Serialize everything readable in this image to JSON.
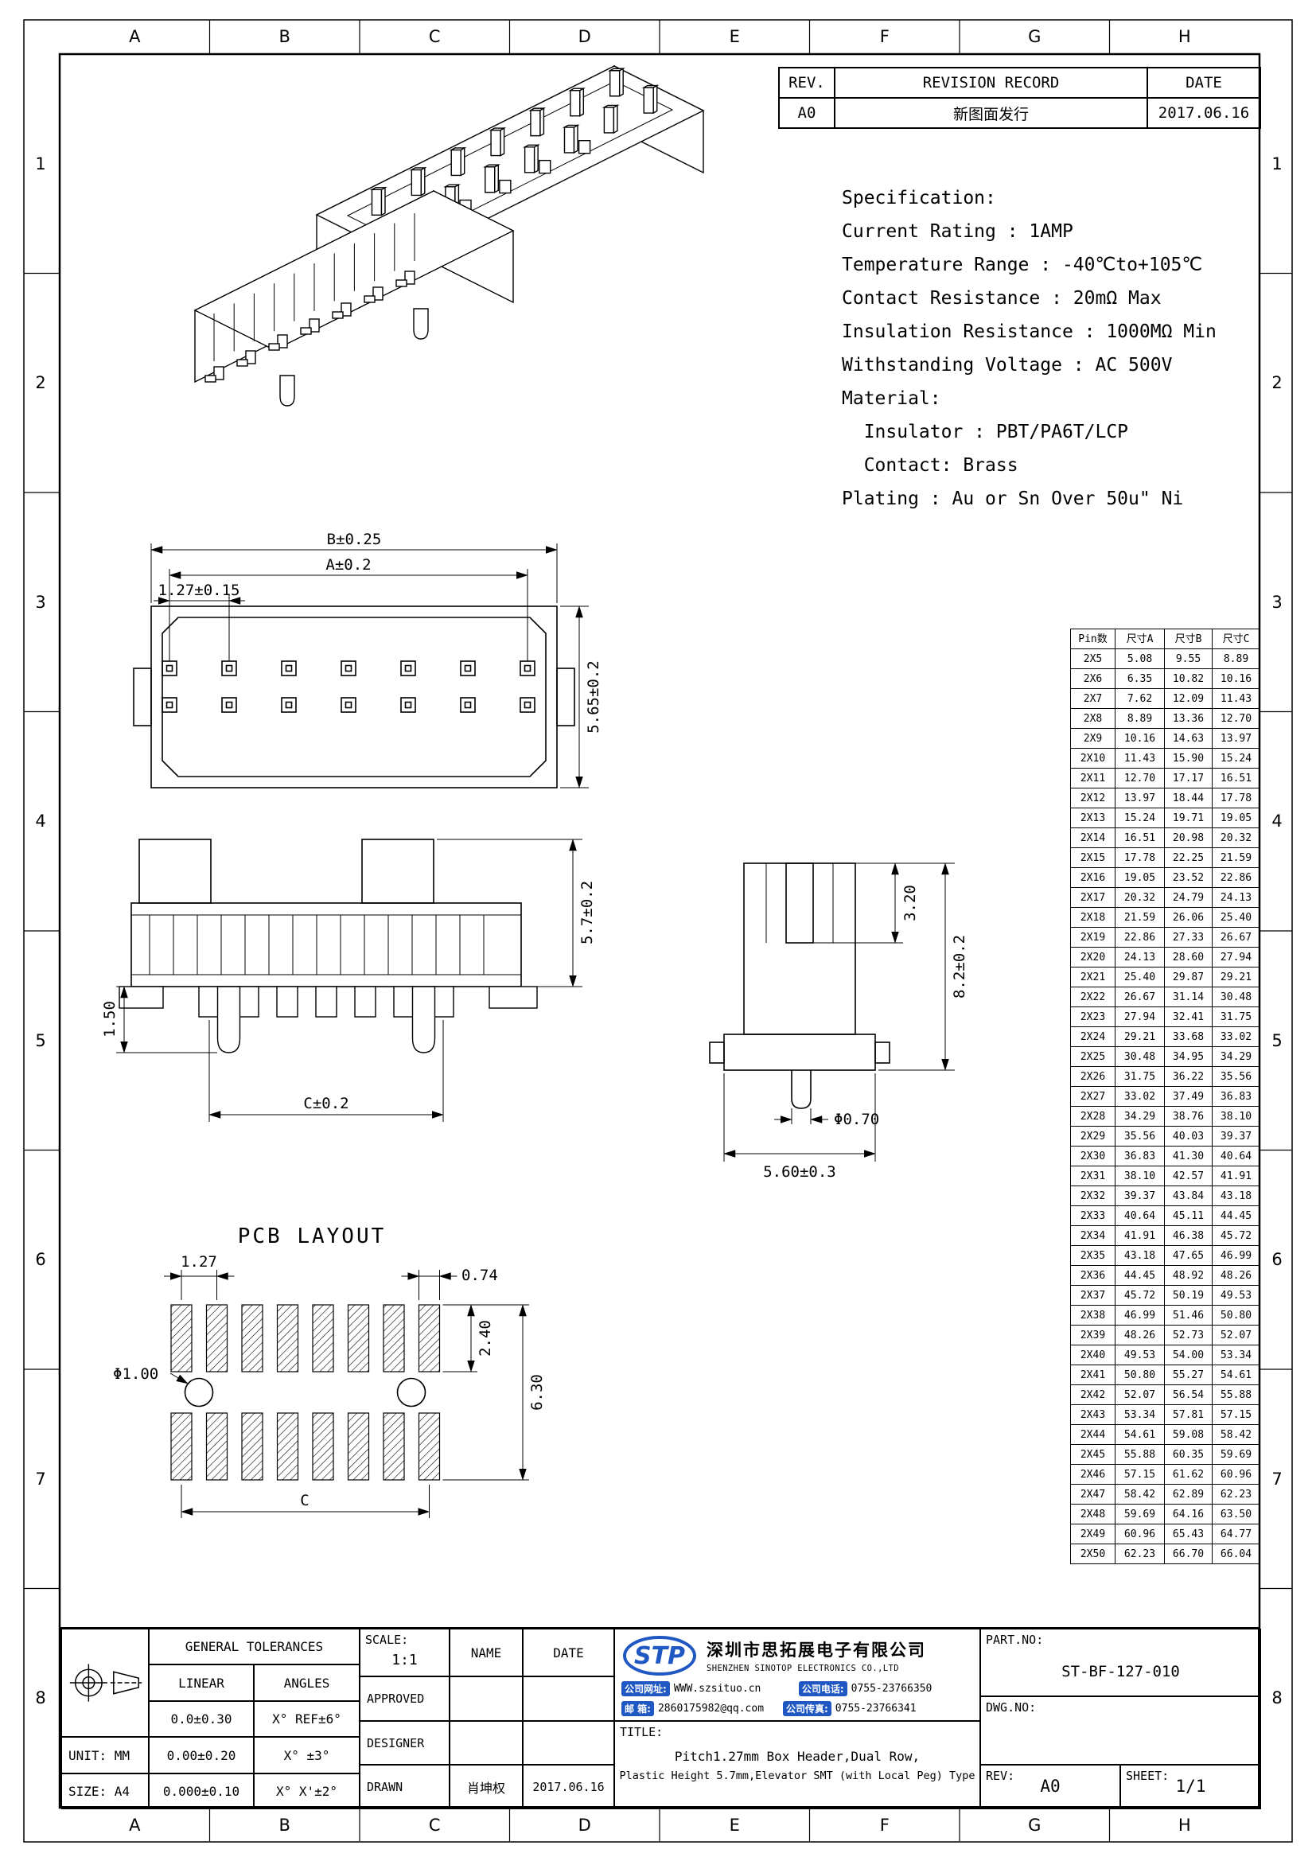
{
  "sheet": {
    "grid_cols": [
      "A",
      "B",
      "C",
      "D",
      "E",
      "F",
      "G",
      "H"
    ],
    "grid_rows": [
      "1",
      "2",
      "3",
      "4",
      "5",
      "6",
      "7",
      "8"
    ]
  },
  "revision": {
    "rev_header": "REV.",
    "record_header": "REVISION RECORD",
    "date_header": "DATE",
    "rows": [
      {
        "rev": "A0",
        "record": "新图面发行",
        "date": "2017.06.16"
      }
    ]
  },
  "specification": {
    "lines": [
      "Specification:",
      "Current Rating : 1AMP",
      "Temperature Range : -40℃to+105℃",
      "Contact Resistance : 20mΩ Max",
      "Insulation Resistance : 1000MΩ Min",
      "Withstanding Voltage : AC 500V",
      "Material:",
      "  Insulator : PBT/PA6T/LCP",
      "  Contact: Brass",
      "Plating : Au or Sn Over 50u\" Ni"
    ]
  },
  "views": {
    "front": {
      "dim_b": "B±0.25",
      "dim_a": "A±0.2",
      "dim_pitch": "1.27±0.15",
      "dim_height": "5.65±0.2"
    },
    "side": {
      "dim_height": "5.7±0.2",
      "dim_lead": "1.50",
      "dim_c": "C±0.2"
    },
    "end": {
      "dim_slot": "3.20",
      "dim_total": "8.2±0.2",
      "dim_peg": "Φ0.70",
      "dim_width": "5.60±0.3"
    },
    "pcb": {
      "title": "PCB LAYOUT",
      "dim_pitch": "1.27",
      "dim_pad_w": "0.74",
      "dim_pad_h": "2.40",
      "dim_span": "6.30",
      "dim_hole": "Φ1.00",
      "dim_c": "C"
    }
  },
  "pin_table": {
    "headers": [
      "Pin数",
      "尺寸A",
      "尺寸B",
      "尺寸C"
    ],
    "rows": [
      [
        "2X5",
        "5.08",
        "9.55",
        "8.89"
      ],
      [
        "2X6",
        "6.35",
        "10.82",
        "10.16"
      ],
      [
        "2X7",
        "7.62",
        "12.09",
        "11.43"
      ],
      [
        "2X8",
        "8.89",
        "13.36",
        "12.70"
      ],
      [
        "2X9",
        "10.16",
        "14.63",
        "13.97"
      ],
      [
        "2X10",
        "11.43",
        "15.90",
        "15.24"
      ],
      [
        "2X11",
        "12.70",
        "17.17",
        "16.51"
      ],
      [
        "2X12",
        "13.97",
        "18.44",
        "17.78"
      ],
      [
        "2X13",
        "15.24",
        "19.71",
        "19.05"
      ],
      [
        "2X14",
        "16.51",
        "20.98",
        "20.32"
      ],
      [
        "2X15",
        "17.78",
        "22.25",
        "21.59"
      ],
      [
        "2X16",
        "19.05",
        "23.52",
        "22.86"
      ],
      [
        "2X17",
        "20.32",
        "24.79",
        "24.13"
      ],
      [
        "2X18",
        "21.59",
        "26.06",
        "25.40"
      ],
      [
        "2X19",
        "22.86",
        "27.33",
        "26.67"
      ],
      [
        "2X20",
        "24.13",
        "28.60",
        "27.94"
      ],
      [
        "2X21",
        "25.40",
        "29.87",
        "29.21"
      ],
      [
        "2X22",
        "26.67",
        "31.14",
        "30.48"
      ],
      [
        "2X23",
        "27.94",
        "32.41",
        "31.75"
      ],
      [
        "2X24",
        "29.21",
        "33.68",
        "33.02"
      ],
      [
        "2X25",
        "30.48",
        "34.95",
        "34.29"
      ],
      [
        "2X26",
        "31.75",
        "36.22",
        "35.56"
      ],
      [
        "2X27",
        "33.02",
        "37.49",
        "36.83"
      ],
      [
        "2X28",
        "34.29",
        "38.76",
        "38.10"
      ],
      [
        "2X29",
        "35.56",
        "40.03",
        "39.37"
      ],
      [
        "2X30",
        "36.83",
        "41.30",
        "40.64"
      ],
      [
        "2X31",
        "38.10",
        "42.57",
        "41.91"
      ],
      [
        "2X32",
        "39.37",
        "43.84",
        "43.18"
      ],
      [
        "2X33",
        "40.64",
        "45.11",
        "44.45"
      ],
      [
        "2X34",
        "41.91",
        "46.38",
        "45.72"
      ],
      [
        "2X35",
        "43.18",
        "47.65",
        "46.99"
      ],
      [
        "2X36",
        "44.45",
        "48.92",
        "48.26"
      ],
      [
        "2X37",
        "45.72",
        "50.19",
        "49.53"
      ],
      [
        "2X38",
        "46.99",
        "51.46",
        "50.80"
      ],
      [
        "2X39",
        "48.26",
        "52.73",
        "52.07"
      ],
      [
        "2X40",
        "49.53",
        "54.00",
        "53.34"
      ],
      [
        "2X41",
        "50.80",
        "55.27",
        "54.61"
      ],
      [
        "2X42",
        "52.07",
        "56.54",
        "55.88"
      ],
      [
        "2X43",
        "53.34",
        "57.81",
        "57.15"
      ],
      [
        "2X44",
        "54.61",
        "59.08",
        "58.42"
      ],
      [
        "2X45",
        "55.88",
        "60.35",
        "59.69"
      ],
      [
        "2X46",
        "57.15",
        "61.62",
        "60.96"
      ],
      [
        "2X47",
        "58.42",
        "62.89",
        "62.23"
      ],
      [
        "2X48",
        "59.69",
        "64.16",
        "63.50"
      ],
      [
        "2X49",
        "60.96",
        "65.43",
        "64.77"
      ],
      [
        "2X50",
        "62.23",
        "66.70",
        "66.04"
      ]
    ]
  },
  "title_block": {
    "general_tolerances": "GENERAL TOLERANCES",
    "linear": "LINEAR",
    "angles": "ANGLES",
    "tol_rows": [
      [
        "0.0±0.30",
        "X° REF±6°"
      ],
      [
        "0.00±0.20",
        "X° ±3°"
      ],
      [
        "0.000±0.10",
        "X° X'±2°"
      ]
    ],
    "unit": "UNIT: MM",
    "size": "SIZE: A4",
    "scale_label": "SCALE:",
    "scale_value": "1:1",
    "name_label": "NAME",
    "date_label": "DATE",
    "approved": "APPROVED",
    "designer": "DESIGNER",
    "drawn": "DRAWN",
    "drawn_name": "肖坤权",
    "drawn_date": "2017.06.16",
    "company": {
      "logo": "STP",
      "name_cn": "深圳市思拓展电子有限公司",
      "name_en": "SHENZHEN SINOTOP ELECTRONICS CO.,LTD",
      "web_label": "公司网址:",
      "web": "WWW.szsituo.cn",
      "tel_label": "公司电话:",
      "tel": "0755-23766350",
      "mail_label": "邮  箱:",
      "mail": "2860175982@qq.com",
      "fax_label": "公司传真:",
      "fax": "0755-23766341"
    },
    "title_label": "TITLE:",
    "title_line1": "Pitch1.27mm Box Header,Dual Row,",
    "title_line2": "Plastic Height 5.7mm,Elevator SMT (with Local Peg) Type",
    "part_no_label": "PART.NO:",
    "part_no": "ST-BF-127-010",
    "dwg_no_label": "DWG.NO:",
    "rev_label": "REV:",
    "rev": "A0",
    "sheet_label": "SHEET:",
    "sheet": "1/1"
  },
  "colors": {
    "accent_blue": "#1f57c3",
    "line": "#000000",
    "paper": "#ffffff"
  }
}
